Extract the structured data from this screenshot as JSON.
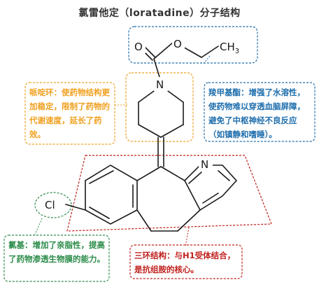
{
  "title": "氯雷他定（loratadine）分子结构",
  "atoms": {
    "oxygen_carbonyl": "O",
    "oxygen_ester": "O",
    "methyl_c": "CH",
    "methyl_sub": "3",
    "nitrogen_piperidine": "N",
    "nitrogen_pyridine": "N",
    "chlorine": "Cl"
  },
  "notes": {
    "piperidine": "哌啶环：使药物结构更加稳定，限制了药物的代谢速度，延长了药效。",
    "carbamate": "羧甲基酯：增强了水溶性，使药物难以穿透血脑屏障，避免了中枢神经不良反应（如镇静和嗜睡）。",
    "chloro": "氯基：增加了亲脂性，提高了药物渗透生物膜的能力。",
    "tricyclic": "三环结构：与H1受体结合，是抗组胺的核心。"
  },
  "colors": {
    "piperidine": "#f0a020",
    "carbamate": "#1f6fae",
    "chloro": "#2c8c4a",
    "tricyclic": "#c0201c",
    "bond": "#1a1a1a"
  }
}
